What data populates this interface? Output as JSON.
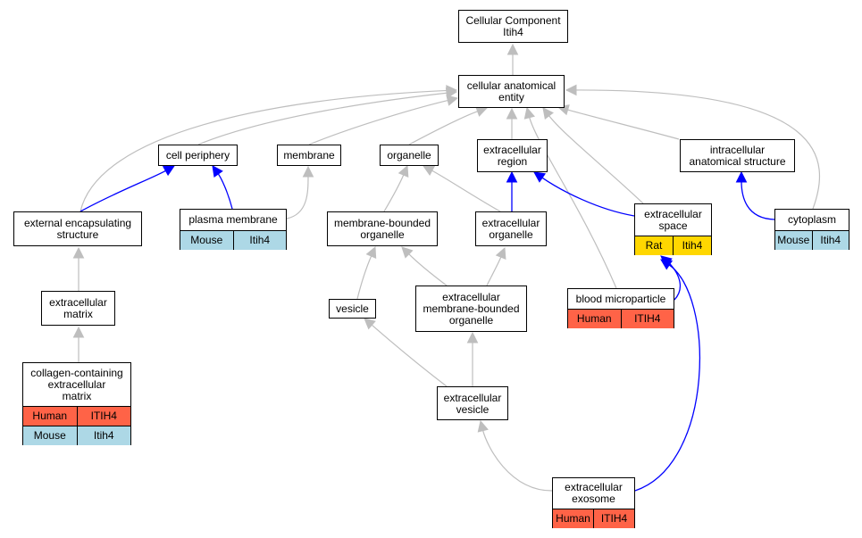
{
  "colors": {
    "human": "#ff6347",
    "mouse": "#add8e6",
    "rat": "#ffd700",
    "edge_gray": "#bebebe",
    "edge_blue": "#0000ff"
  },
  "nodes": [
    {
      "id": "cellular-component",
      "lines": [
        "Cellular Component",
        "Itih4"
      ],
      "rows": []
    },
    {
      "id": "cellular-anatomical-entity",
      "lines": [
        "cellular anatomical",
        "entity"
      ],
      "rows": []
    },
    {
      "id": "cell-periphery",
      "lines": [
        "cell periphery"
      ],
      "rows": []
    },
    {
      "id": "membrane",
      "lines": [
        "membrane"
      ],
      "rows": []
    },
    {
      "id": "organelle",
      "lines": [
        "organelle"
      ],
      "rows": []
    },
    {
      "id": "extracellular-region",
      "lines": [
        "extracellular",
        "region"
      ],
      "rows": []
    },
    {
      "id": "intracellular-anatomical-structure",
      "lines": [
        "intracellular",
        "anatomical structure"
      ],
      "rows": []
    },
    {
      "id": "external-encapsulating-structure",
      "lines": [
        "external encapsulating",
        "structure"
      ],
      "rows": []
    },
    {
      "id": "plasma-membrane",
      "lines": [
        "plasma membrane"
      ],
      "rows": [
        {
          "species": "Mouse",
          "gene": "Itih4",
          "color": "mouse"
        }
      ]
    },
    {
      "id": "membrane-bounded-organelle",
      "lines": [
        "membrane-bounded",
        "organelle"
      ],
      "rows": []
    },
    {
      "id": "extracellular-organelle",
      "lines": [
        "extracellular",
        "organelle"
      ],
      "rows": []
    },
    {
      "id": "extracellular-space",
      "lines": [
        "extracellular",
        "space"
      ],
      "rows": [
        {
          "species": "Rat",
          "gene": "Itih4",
          "color": "rat"
        }
      ]
    },
    {
      "id": "cytoplasm",
      "lines": [
        "cytoplasm"
      ],
      "rows": [
        {
          "species": "Mouse",
          "gene": "Itih4",
          "color": "mouse"
        }
      ]
    },
    {
      "id": "extracellular-matrix",
      "lines": [
        "extracellular",
        "matrix"
      ],
      "rows": []
    },
    {
      "id": "vesicle",
      "lines": [
        "vesicle"
      ],
      "rows": []
    },
    {
      "id": "extracellular-membrane-bounded-organelle",
      "lines": [
        "extracellular",
        "membrane-bounded",
        "organelle"
      ],
      "rows": []
    },
    {
      "id": "blood-microparticle",
      "lines": [
        "blood microparticle"
      ],
      "rows": [
        {
          "species": "Human",
          "gene": "ITIH4",
          "color": "human"
        }
      ]
    },
    {
      "id": "collagen-containing-extracellular-matrix",
      "lines": [
        "collagen-containing",
        "extracellular",
        "matrix"
      ],
      "rows": [
        {
          "species": "Human",
          "gene": "ITIH4",
          "color": "human"
        },
        {
          "species": "Mouse",
          "gene": "Itih4",
          "color": "mouse"
        }
      ]
    },
    {
      "id": "extracellular-vesicle",
      "lines": [
        "extracellular",
        "vesicle"
      ],
      "rows": []
    },
    {
      "id": "extracellular-exosome",
      "lines": [
        "extracellular",
        "exosome"
      ],
      "rows": [
        {
          "species": "Human",
          "gene": "ITIH4",
          "color": "human"
        }
      ]
    }
  ],
  "edges": [
    {
      "from": "cellular-anatomical-entity",
      "to": "cellular-component",
      "color": "gray"
    },
    {
      "from": "cell-periphery",
      "to": "cellular-anatomical-entity",
      "color": "gray"
    },
    {
      "from": "membrane",
      "to": "cellular-anatomical-entity",
      "color": "gray"
    },
    {
      "from": "organelle",
      "to": "cellular-anatomical-entity",
      "color": "gray"
    },
    {
      "from": "extracellular-region",
      "to": "cellular-anatomical-entity",
      "color": "gray"
    },
    {
      "from": "intracellular-anatomical-structure",
      "to": "cellular-anatomical-entity",
      "color": "gray"
    },
    {
      "from": "external-encapsulating-structure",
      "to": "cellular-anatomical-entity",
      "color": "gray"
    },
    {
      "from": "extracellular-space",
      "to": "cellular-anatomical-entity",
      "color": "gray"
    },
    {
      "from": "blood-microparticle",
      "to": "cellular-anatomical-entity",
      "color": "gray"
    },
    {
      "from": "cytoplasm",
      "to": "cellular-anatomical-entity",
      "color": "gray"
    },
    {
      "from": "external-encapsulating-structure",
      "to": "cell-periphery",
      "color": "blue"
    },
    {
      "from": "plasma-membrane",
      "to": "cell-periphery",
      "color": "blue"
    },
    {
      "from": "plasma-membrane",
      "to": "membrane",
      "color": "gray"
    },
    {
      "from": "membrane-bounded-organelle",
      "to": "organelle",
      "color": "gray"
    },
    {
      "from": "extracellular-organelle",
      "to": "organelle",
      "color": "gray"
    },
    {
      "from": "extracellular-organelle",
      "to": "extracellular-region",
      "color": "blue"
    },
    {
      "from": "extracellular-space",
      "to": "extracellular-region",
      "color": "blue"
    },
    {
      "from": "cytoplasm",
      "to": "intracellular-anatomical-structure",
      "color": "blue"
    },
    {
      "from": "extracellular-matrix",
      "to": "external-encapsulating-structure",
      "color": "gray"
    },
    {
      "from": "collagen-containing-extracellular-matrix",
      "to": "extracellular-matrix",
      "color": "gray"
    },
    {
      "from": "vesicle",
      "to": "membrane-bounded-organelle",
      "color": "gray"
    },
    {
      "from": "extracellular-membrane-bounded-organelle",
      "to": "membrane-bounded-organelle",
      "color": "gray"
    },
    {
      "from": "extracellular-membrane-bounded-organelle",
      "to": "extracellular-organelle",
      "color": "gray"
    },
    {
      "from": "blood-microparticle",
      "to": "extracellular-space",
      "color": "blue"
    },
    {
      "from": "extracellular-vesicle",
      "to": "vesicle",
      "color": "gray"
    },
    {
      "from": "extracellular-vesicle",
      "to": "extracellular-membrane-bounded-organelle",
      "color": "gray"
    },
    {
      "from": "extracellular-exosome",
      "to": "extracellular-vesicle",
      "color": "gray"
    },
    {
      "from": "extracellular-exosome",
      "to": "extracellular-space",
      "color": "blue"
    }
  ]
}
